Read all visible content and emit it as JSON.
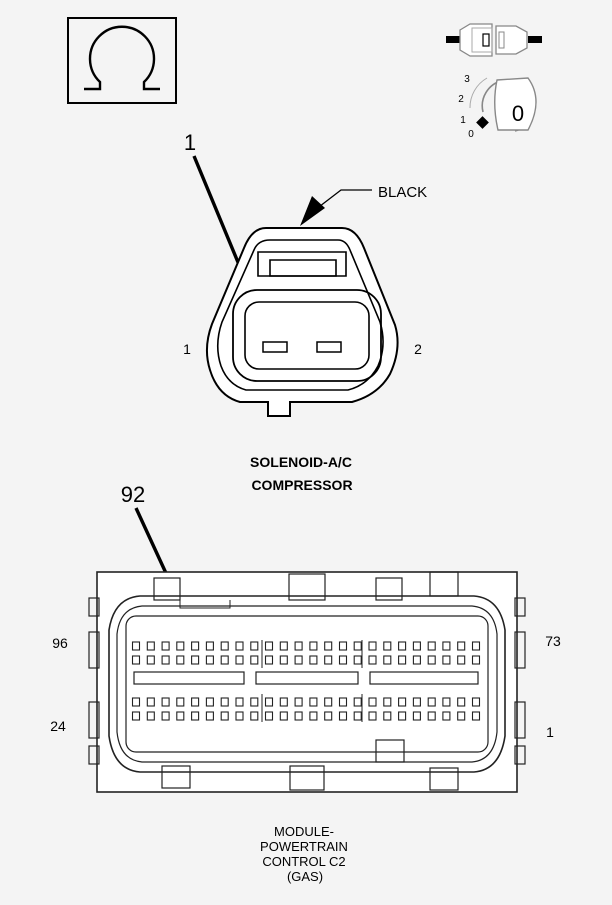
{
  "colors": {
    "background": "#f4f4f4",
    "stroke": "#000000",
    "key_fill": "#ffffff",
    "connector_fill": "#ffffff"
  },
  "icons": {
    "ohm": "ohmmeter-icon",
    "disconnect": "disconnected-connector-icon",
    "ignition": "ignition-key-icon"
  },
  "ohm_symbol": "Ω",
  "ignition": {
    "positions": [
      "3",
      "2",
      "1",
      "0"
    ],
    "key_label": "0"
  },
  "solenoid": {
    "callout_pin": "1",
    "wire_color": "BLACK",
    "pin_left": "1",
    "pin_right": "2",
    "title_line1": "SOLENOID-A/C",
    "title_line2": "COMPRESSOR"
  },
  "pcm": {
    "callout_pin": "92",
    "pin_top_left": "96",
    "pin_top_right": "73",
    "pin_bottom_left": "24",
    "pin_bottom_right": "1",
    "title_lines": [
      "MODULE-",
      "POWERTRAIN",
      "CONTROL C2",
      "(GAS)"
    ]
  }
}
